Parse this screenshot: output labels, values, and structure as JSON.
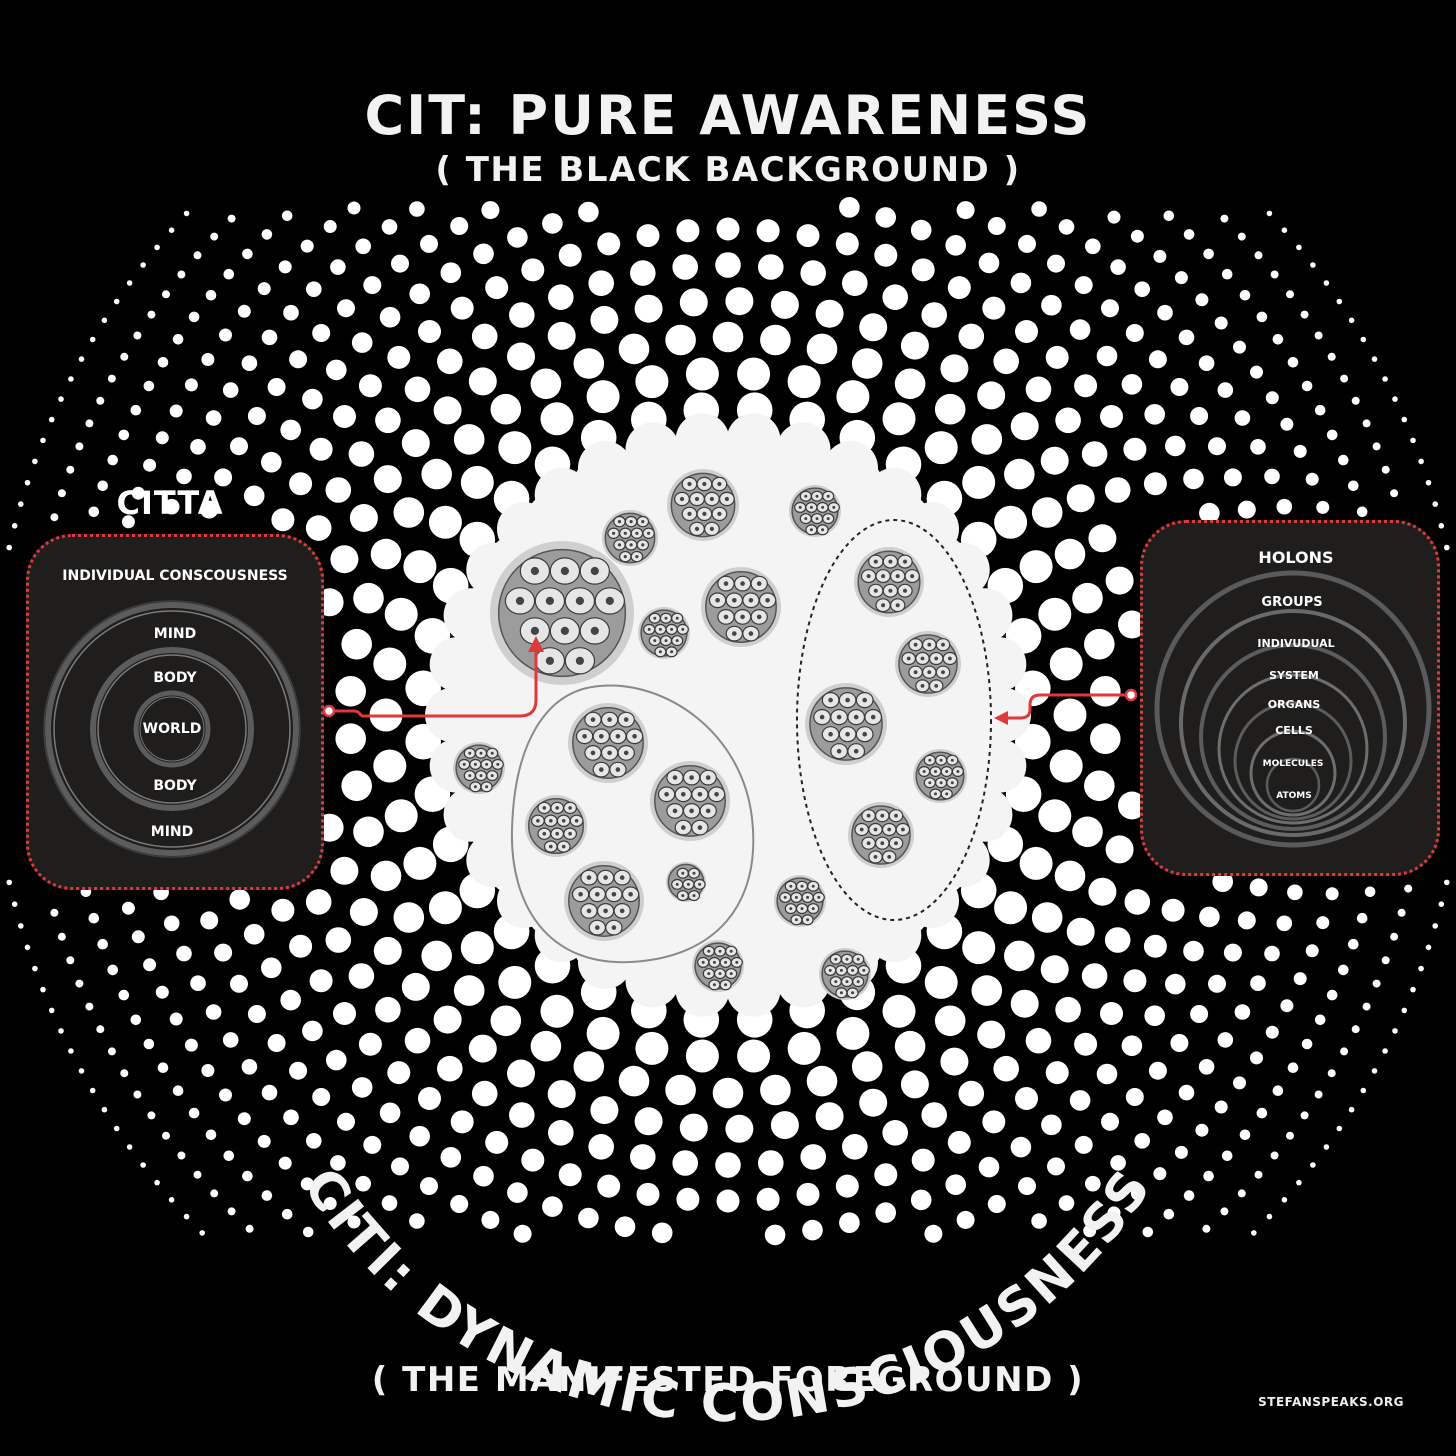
{
  "header": {
    "title": "CIT: PURE AWARENESS",
    "subtitle": "( THE BLACK BACKGROUND )"
  },
  "footer": {
    "arc_title": "CITI: DYNAMIC CONSCIOUSNESS",
    "subtitle": "( THE MANIFESTED FOREGROUND )",
    "credit": "STEFANSPEAKS.ORG"
  },
  "citta": {
    "title": "CITTA",
    "heading": "INDIVIDUAL CONSCOUSNESS",
    "rings": [
      "MIND",
      "BODY",
      "WORLD",
      "BODY",
      "MIND"
    ]
  },
  "holons": {
    "title": "HOLONS",
    "levels": [
      "GROUPS",
      "INDIVUDUAL",
      "SYSTEM",
      "ORGANS",
      "CELLS",
      "MOLECULES",
      "ATOMS"
    ]
  },
  "colors": {
    "background": "#000000",
    "dots": "#ffffff",
    "core": "#f4f4f4",
    "accent_red": "#e0393b",
    "panel": "#1f1e1d",
    "cluster": "#9c9c9c"
  }
}
